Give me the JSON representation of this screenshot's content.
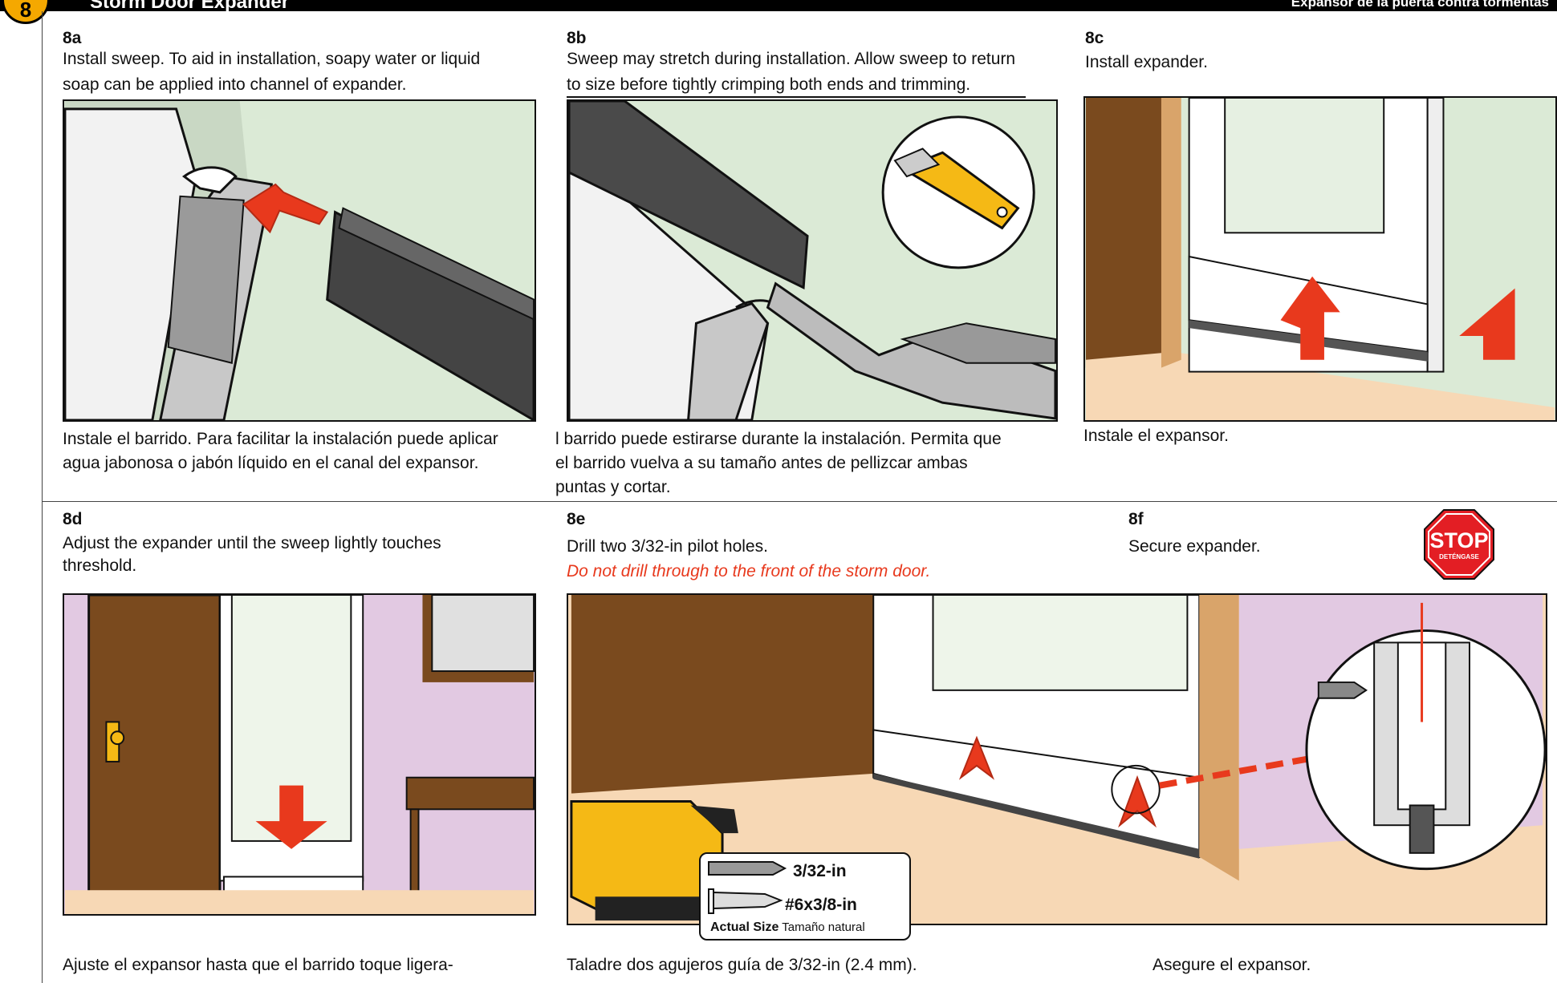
{
  "header": {
    "step_number": "8",
    "title": "Storm Door Expander",
    "title_es": "Expansor de la puerta contra tormentas"
  },
  "steps": {
    "s8a": {
      "label": "8a",
      "text_en_1": "Install sweep. To aid in installation, soapy water or liquid",
      "text_en_2": "soap can be applied into channel of expander.",
      "text_es_1": "Instale el barrido. Para facilitar la instalación puede aplicar",
      "text_es_2": "agua jabonosa o jabón líquido en el canal del expansor."
    },
    "s8b": {
      "label": "8b",
      "text_en_1": "Sweep may stretch during installation. Allow sweep to return",
      "text_en_2": "to size before tightly crimping both ends and trimming.",
      "text_es_1": "l barrido puede estirarse durante la instalación. Permita que",
      "text_es_2": "el barrido vuelva a su tamaño antes de pellizcar ambas",
      "text_es_3": "puntas y cortar."
    },
    "s8c": {
      "label": "8c",
      "text_en": "Install expander.",
      "text_es": "Instale el expansor."
    },
    "s8d": {
      "label": "8d",
      "text_en_1": "Adjust the expander until the sweep lightly touches",
      "text_en_2": "threshold.",
      "text_es_1": "Ajuste el expansor hasta que el barrido toque ligera-"
    },
    "s8e": {
      "label": "8e",
      "text_en": "Drill two 3/32-in pilot holes.",
      "warning": "Do not drill through to the front of the storm door.",
      "text_es_1": "Taladre dos agujeros guía de 3/32-in (2.4 mm)."
    },
    "s8f": {
      "label": "8f",
      "text_en": "Secure expander.",
      "text_es": "Asegure el expansor."
    }
  },
  "size_callout": {
    "drill_size": "3/32-in",
    "screw_size": "#6x3/8-in",
    "actual_size": "Actual Size",
    "actual_size_es": "Tamaño natural"
  },
  "stop_sign": {
    "text": "STOP",
    "text_es": "DETÉNGASE"
  },
  "colors": {
    "arrow": "#e8391d",
    "green_bg": "#dbead6",
    "wall_purple": "#e2c9e2",
    "door_brown": "#7a4a1e",
    "floor_tan": "#f7d8b5",
    "tool_yellow": "#f5b915"
  }
}
